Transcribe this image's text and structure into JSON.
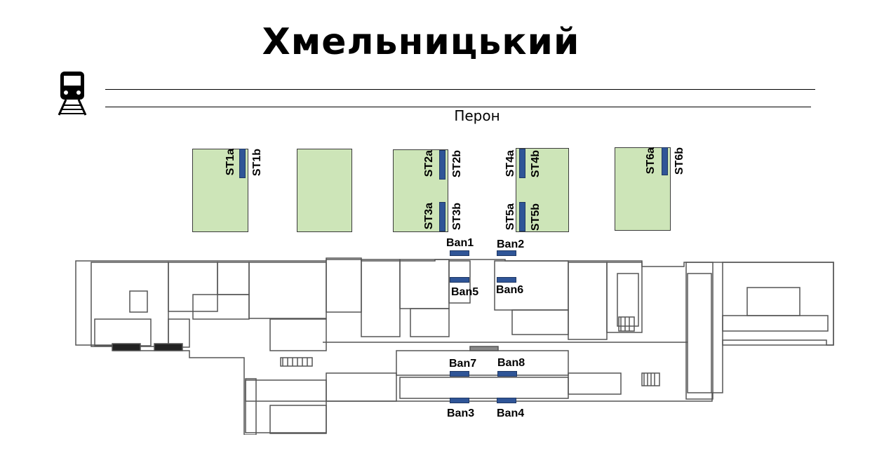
{
  "title": "Хмельницький",
  "platform_label": "Перон",
  "colors": {
    "block_fill": "#cde5b8",
    "stand_fill": "#2f5597",
    "plan_line": "#555555"
  },
  "icons": {
    "train": "train-icon"
  },
  "stands": {
    "st1a": "ST1a",
    "st1b": "ST1b",
    "st2a": "ST2a",
    "st2b": "ST2b",
    "st3a": "ST3a",
    "st3b": "ST3b",
    "st4a": "ST4a",
    "st4b": "ST4b",
    "st5a": "ST5a",
    "st5b": "ST5b",
    "st6a": "ST6a",
    "st6b": "ST6b"
  },
  "banners": {
    "ban1": "Ban1",
    "ban2": "Ban2",
    "ban3": "Ban3",
    "ban4": "Ban4",
    "ban5": "Ban5",
    "ban6": "Ban6",
    "ban7": "Ban7",
    "ban8": "Ban8"
  }
}
